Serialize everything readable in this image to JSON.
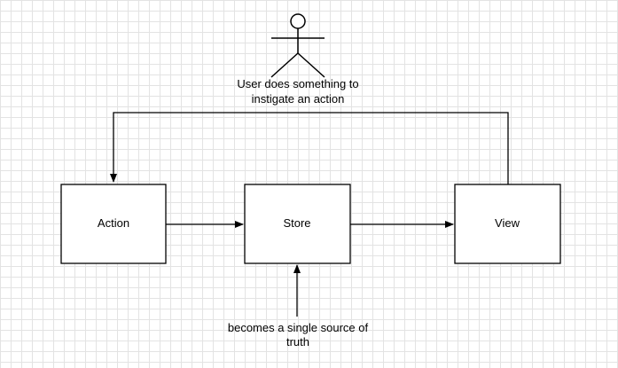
{
  "nodes": {
    "action": "Action",
    "store": "Store",
    "view": "View"
  },
  "annotations": {
    "user_line1": "User does something to",
    "user_line2": "instigate an action",
    "store_line1": "becomes a single source of",
    "store_line2": "truth"
  },
  "actor": {
    "icon": "stick-figure-user-icon"
  },
  "colors": {
    "stroke": "#000000",
    "box_fill": "#ffffff",
    "grid": "#e3e3e3"
  }
}
